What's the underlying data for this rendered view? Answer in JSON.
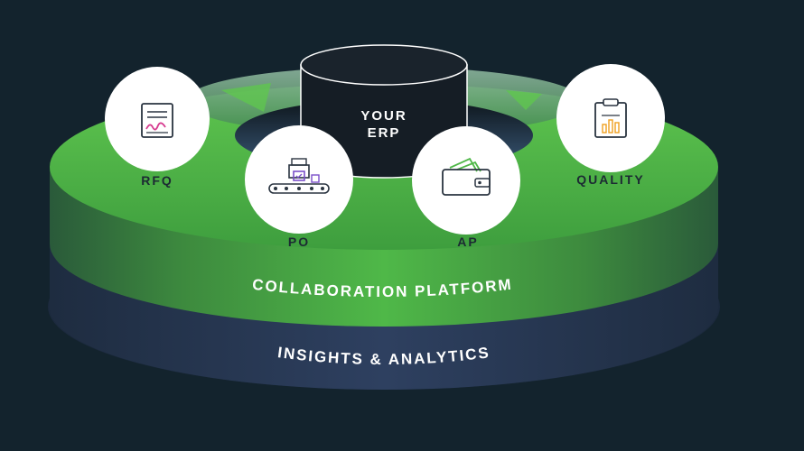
{
  "colors": {
    "background": "#13232d",
    "platform_green": "#4fb848",
    "platform_green_dark": "#2f8a3a",
    "analytics_navy": "#2a3b57",
    "erp_cylinder": "#151d25",
    "label_text": "#1c2a33",
    "white": "#ffffff",
    "rfq_icon_accent": "#d63a8f",
    "po_icon_accent": "#7a4fc9",
    "ap_icon_accent": "#4fb848",
    "quality_icon_accent": "#f0a020"
  },
  "center": {
    "line1": "YOUR",
    "line2": "ERP"
  },
  "modules": [
    {
      "label": "RFQ",
      "icon": "document-signature-icon"
    },
    {
      "label": "PO",
      "icon": "conveyor-factory-icon"
    },
    {
      "label": "AP",
      "icon": "wallet-money-icon"
    },
    {
      "label": "QUALITY",
      "icon": "clipboard-chart-icon"
    }
  ],
  "layers": {
    "platform": "COLLABORATION PLATFORM",
    "analytics": "INSIGHTS & ANALYTICS"
  }
}
